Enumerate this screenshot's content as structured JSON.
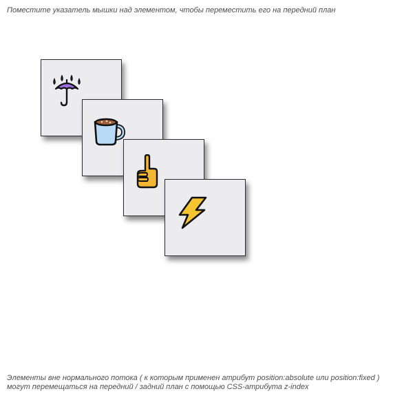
{
  "hint": "Поместите указатель мышки над элементом, чтобы переместить его на передний план",
  "cards": [
    {
      "icon": "umbrella-with-rain-icon"
    },
    {
      "icon": "hot-beverage-mug-icon"
    },
    {
      "icon": "pointing-up-hand-icon"
    },
    {
      "icon": "lightning-bolt-icon"
    }
  ],
  "footer": {
    "line1": "Элементы вне нормального потока ( к которым применен атрибут position:absolute или position:fixed )",
    "line2": "могут перемещаться на передний / задний план с помощью CSS-атрибута z-index"
  },
  "colors": {
    "card_bg": "#ececef",
    "card_border": "#2b2b2b",
    "umbrella": "#9b6fe0",
    "rain": "#5ab0ea",
    "mug": "#b8daf5",
    "coffee": "#a0603a",
    "hand": "#f5b731",
    "bolt": "#f5c431"
  }
}
